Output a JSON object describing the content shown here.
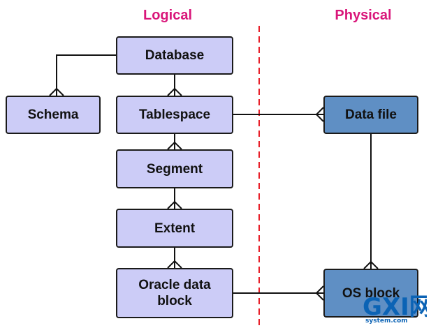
{
  "headers": {
    "logical": "Logical",
    "physical": "Physical"
  },
  "logical_entities": {
    "database": "Database",
    "schema": "Schema",
    "tablespace": "Tablespace",
    "segment": "Segment",
    "extent": "Extent",
    "oracle_block": "Oracle data\nblock"
  },
  "physical_entities": {
    "data_file": "Data file",
    "os_block": "OS block"
  },
  "colors": {
    "header": "#d9167a",
    "logical_fill": "#ccccf7",
    "physical_fill": "#5f8fc4",
    "divider": "#e8202a"
  },
  "watermark": {
    "logo": "GXI网",
    "site": "system.com"
  }
}
